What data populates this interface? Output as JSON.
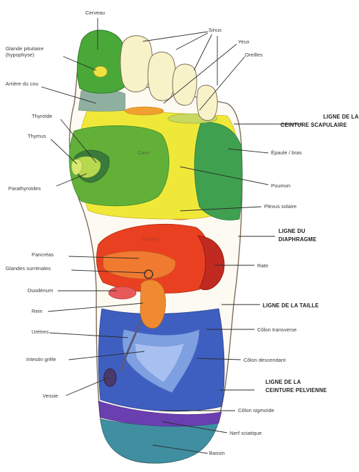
{
  "labels": {
    "cerveau": "Cerveau",
    "glande_pituitaire_1": "Glande pituitaire",
    "glande_pituitaire_2": "(hypophyse)",
    "arriere_cou": "Arrière du cou",
    "thyroide": "Thyroïde",
    "thymus": "Thymus",
    "parathyroides": "Parathyroïdes",
    "pancreas": "Pancréas",
    "glandes_surrenales": "Glandes surrénales",
    "duodenum": "Duodénum",
    "rein": "Rein",
    "ureteres": "Urètres",
    "intestin_grele": "Intestin grêle",
    "vessie": "Vessie",
    "sinus": "Sinus",
    "yeux": "Yeux",
    "oreilles": "Oreilles",
    "epaule_bras": "Épaule / bras",
    "poumon": "Poumon",
    "plexus_solaire": "Plexus solaire",
    "rate": "Rate",
    "colon_transverse": "Côlon transverse",
    "colon_descendant": "Côlon descendant",
    "colon_sigmoide": "Côlon sigmoïde",
    "nerf_sciatique": "Nerf sciatique",
    "bassin": "Bassin",
    "coeur": "Cœur",
    "estomac": "Estomac"
  },
  "lines": {
    "scapulaire_1": "LIGNE DE LA",
    "scapulaire_2": "CEINTURE SCAPULAIRE",
    "diaphragme_1": "LIGNE DU",
    "diaphragme_2": "DIAPHRAGME",
    "taille": "LIGNE DE LA TAILLE",
    "pelvienne_1": "LIGNE DE LA",
    "pelvienne_2": "CEINTURE PELVIENNE"
  }
}
